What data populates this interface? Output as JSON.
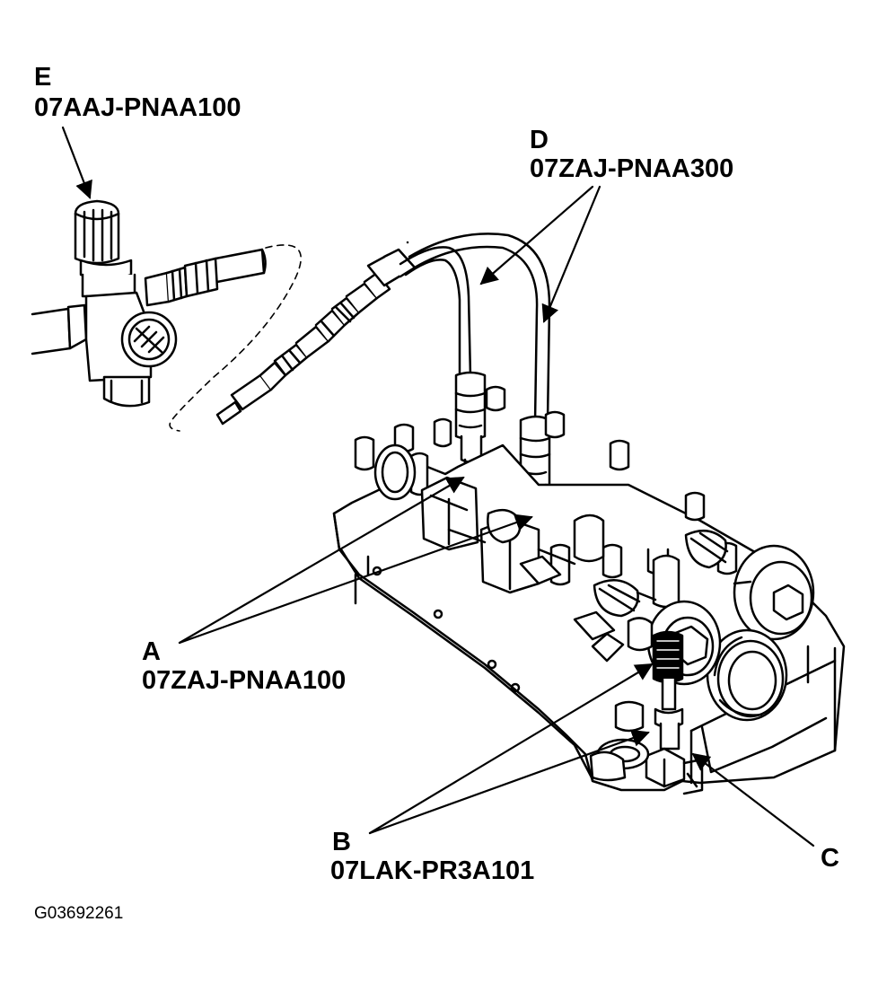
{
  "callouts": {
    "e": {
      "letter": "E",
      "part": "07AAJ-PNAA100"
    },
    "d": {
      "letter": "D",
      "part": "07ZAJ-PNAA300"
    },
    "a": {
      "letter": "A",
      "part": "07ZAJ-PNAA100"
    },
    "b": {
      "letter": "B",
      "part": "07LAK-PR3A101"
    },
    "c": {
      "letter": "C"
    }
  },
  "figure_code": "G03692261",
  "colors": {
    "ink": "#000000",
    "paper": "#ffffff"
  }
}
